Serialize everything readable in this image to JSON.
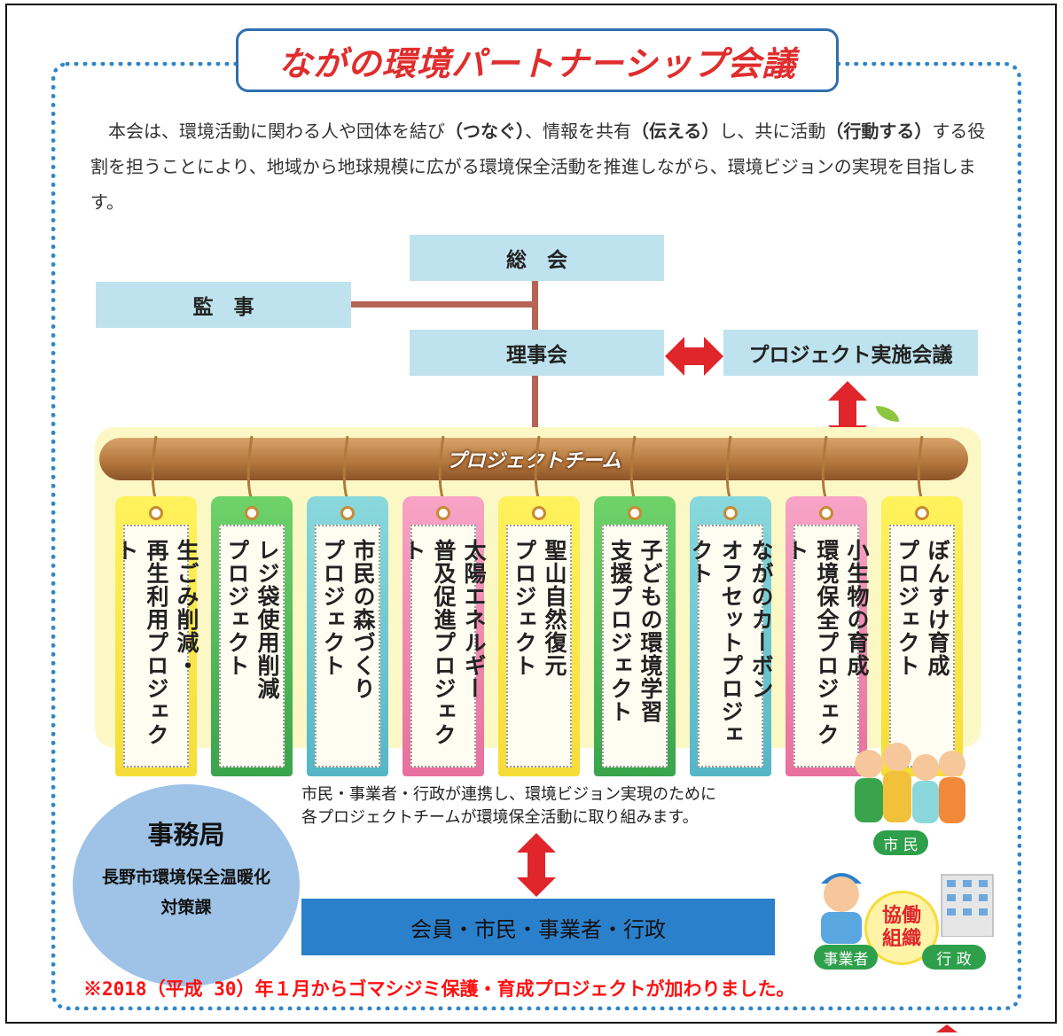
{
  "title": "ながの環境パートナーシップ会議",
  "intro": {
    "p1": "本会は、環境活動に関わる人や団体を結び",
    "k1": "（つなぐ）",
    "p2": "、情報を共有",
    "k2": "（伝える）",
    "p3": "し、共に活動",
    "k3": "（行動する）",
    "p4": "する役割を担うことにより、地域から地球規模に広がる環境保全活動を推進しながら、環境ビジョンの実現を目指します。"
  },
  "org": {
    "general_assembly": "総　会",
    "auditor": "監　事",
    "board": "理事会",
    "project_meeting": "プロジェクト実施会議",
    "project_team": "プロジェクトチーム"
  },
  "projects": [
    {
      "label": "生ごみ削減・\n再生利用プロジェクト",
      "color": "#f6dc38"
    },
    {
      "label": "レジ袋使用削減\nプロジェクト",
      "color": "#3aa44c"
    },
    {
      "label": "市民の森づくり\nプロジェクト",
      "color": "#55b6c7"
    },
    {
      "label": "太陽エネルギー\n普及促進プロジェクト",
      "color": "#e8709e"
    },
    {
      "label": "聖山自然復元\nプロジェクト",
      "color": "#f6dc38"
    },
    {
      "label": "子どもの環境学習\n支援プロジェクト",
      "color": "#3aa44c"
    },
    {
      "label": "ながのカーボン\nオフセットプロジェクト",
      "color": "#55b6c7"
    },
    {
      "label": "小生物の育成\n環境保全プロジェクト",
      "color": "#e8709e"
    },
    {
      "label": "ぼんすけ育成\nプロジェクト",
      "color": "#f6dc38"
    }
  ],
  "collaboration_note": "市民・事業者・行政が連携し、環境ビジョン実現のために\n各プロジェクトチームが環境保全活動に取り組みます。",
  "secretariat": {
    "heading": "事務局",
    "name": "長野市環境保全温暖化\n対策課"
  },
  "members": "会員・市民・事業者・行政",
  "collab_badge": {
    "citizens": "市 民",
    "center": "協働\n組織",
    "business": "事業者",
    "government": "行 政"
  },
  "footnote": "※2018（平成 30）年１月からゴマシジミ保護・育成プロジェクトが加わりました。",
  "colors": {
    "title_red": "#e02d2d",
    "box_blue": "#bfe3ee",
    "arrow_red": "#e0252b",
    "connector": "#b56455",
    "border_blue": "#2f86c9",
    "members_blue": "#2b80cc",
    "secretariat_blue": "#9ec3e6",
    "footnote_red": "#ff1010"
  }
}
